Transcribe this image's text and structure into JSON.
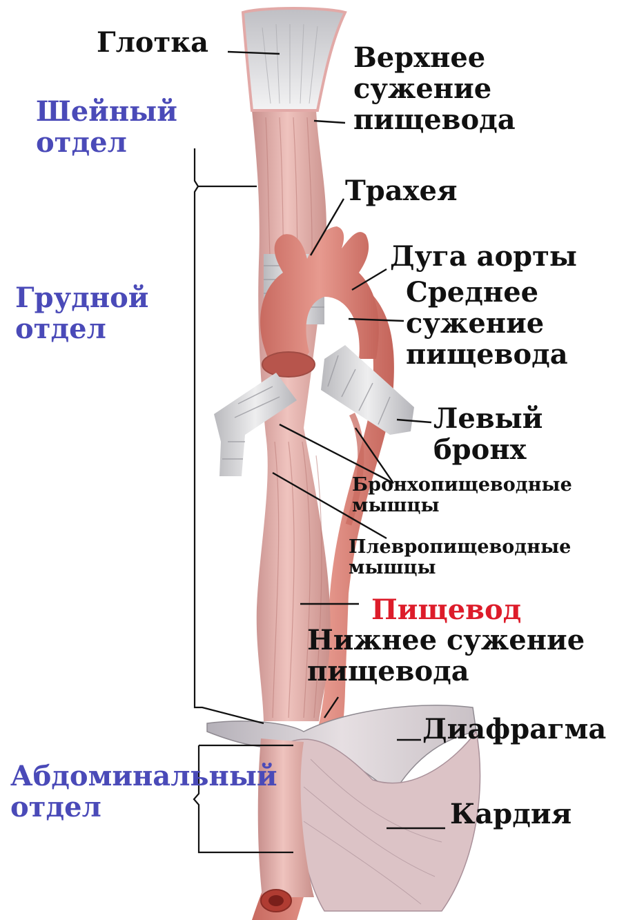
{
  "labels": {
    "pharynx": "Глотка",
    "upper_narrowing": [
      "Верхнее",
      "сужение",
      "пищевода"
    ],
    "trachea": "Трахея",
    "aortic_arch": "Дуга аорты",
    "middle_narrowing": [
      "Среднее",
      "сужение",
      "пищевода"
    ],
    "left_bronchus": [
      "Левый",
      "бронх"
    ],
    "bronchoesophageal": [
      "Бронхопищеводные",
      "мышцы"
    ],
    "pleuroesophageal": [
      "Плевропищеводные",
      "мышцы"
    ],
    "esophagus": "Пищевод",
    "lower_narrowing": [
      "Нижнее сужение",
      "пищевода"
    ],
    "diaphragm": "Диафрагма",
    "cardia": "Кардия"
  },
  "sections": {
    "cervical": [
      "Шейный",
      "отдел"
    ],
    "thoracic": [
      "Грудной",
      "отдел"
    ],
    "abdominal": [
      "Абдоминальный",
      "отдел"
    ]
  },
  "colors": {
    "section_label": "#4a4ab8",
    "esophagus_label": "#dd1c2a",
    "muscle": "#e4aaa6",
    "aorta": "#d97b70",
    "cartilage": "#d6d6d8",
    "diaphragm": "#cfc8cc"
  }
}
